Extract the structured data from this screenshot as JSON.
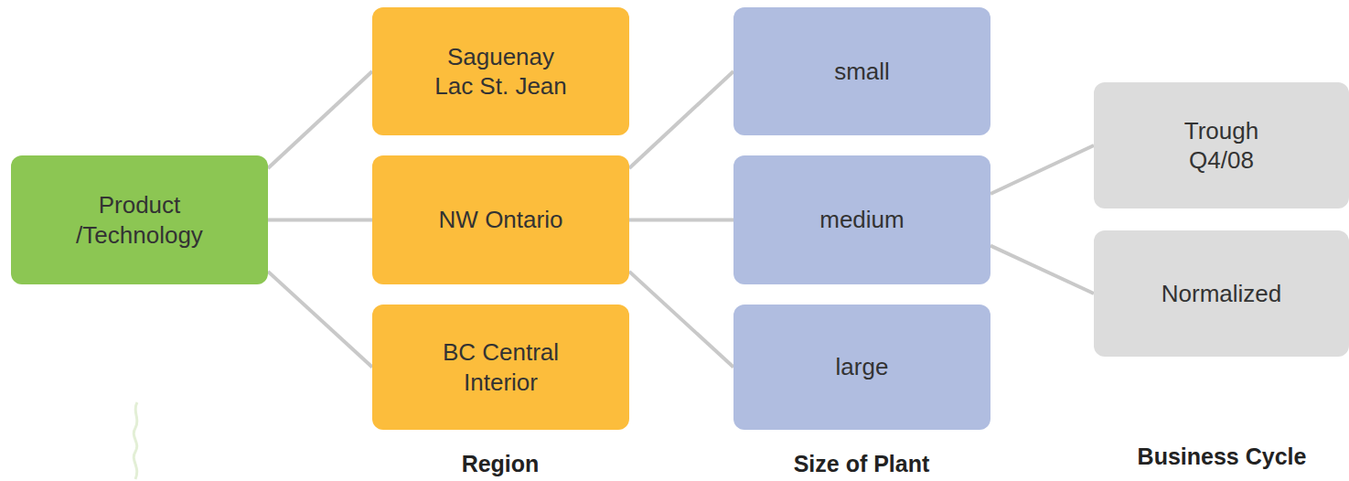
{
  "diagram": {
    "nodes": [
      {
        "text": [
          "Product /Technology"
        ]
      },
      {
        "text": [
          "Saguenay Lac St. Jean"
        ]
      },
      {
        "text": [
          "NW Ontario"
        ]
      },
      {
        "text": [
          "BC Central Interior"
        ]
      },
      {
        "text": [
          "small"
        ]
      },
      {
        "text": [
          "medium"
        ]
      },
      {
        "text": [
          "large"
        ]
      },
      {
        "text": [
          "Trough Q4/08"
        ]
      },
      {
        "text": [
          "Normalized"
        ]
      }
    ],
    "edges": [
      {
        "from": 0,
        "to": 1,
        "arrow": "none"
      },
      {
        "from": 0,
        "to": 2,
        "arrow": "none"
      },
      {
        "from": 0,
        "to": 3,
        "arrow": "none"
      },
      {
        "from": 2,
        "to": 4,
        "arrow": "none"
      },
      {
        "from": 2,
        "to": 5,
        "arrow": "none"
      },
      {
        "from": 2,
        "to": 6,
        "arrow": "none"
      },
      {
        "from": 5,
        "to": 7,
        "arrow": "none"
      },
      {
        "from": 5,
        "to": 8,
        "arrow": "none"
      }
    ],
    "labels": [
      "Region",
      "Size of Plant",
      "Business Cycle"
    ]
  }
}
